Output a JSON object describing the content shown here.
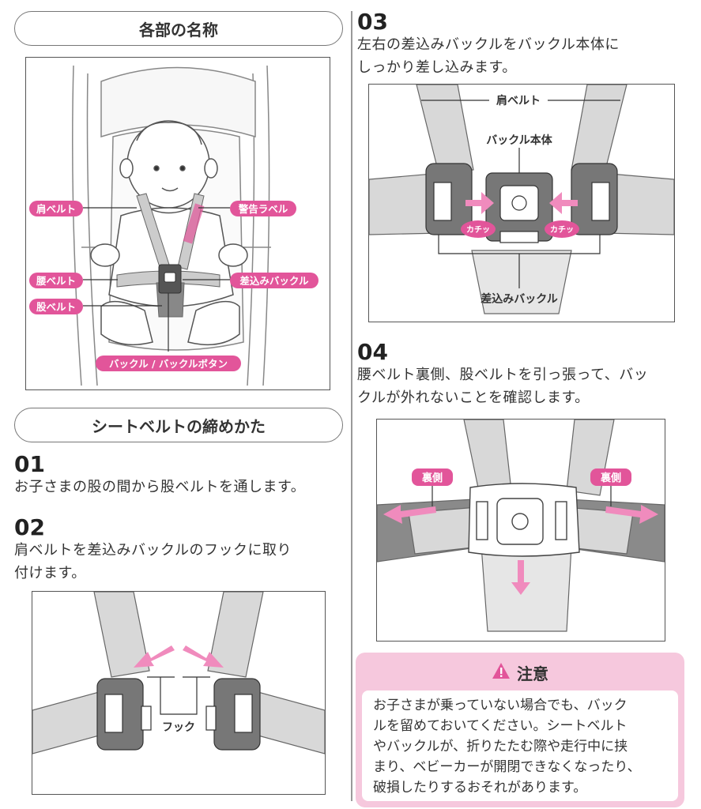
{
  "sections": {
    "parts_title": "各部の名称",
    "howto_title": "シートベルトの締めかた"
  },
  "parts_labels": {
    "shoulder_belt": "肩ベルト",
    "waist_belt": "腰ベルト",
    "crotch_belt": "股ベルト",
    "warning_label": "警告ラベル",
    "insert_buckle": "差込みバックル",
    "buckle_button": "バックル / バックルボタン"
  },
  "steps": [
    {
      "num": "01",
      "text": "お子さまの股の間から股ベルトを通します。"
    },
    {
      "num": "02",
      "text_line1": "肩ベルトを差込みバックルのフックに取り",
      "text_line2": "付けます。"
    },
    {
      "num": "03",
      "text_line1": "左右の差込みバックルをバックル本体に",
      "text_line2": "しっかり差し込みます。"
    },
    {
      "num": "04",
      "text_line1": "腰ベルト裏側、股ベルトを引っ張って、バッ",
      "text_line2": "クルが外れないことを確認します。"
    }
  ],
  "fig02": {
    "hook": "フック"
  },
  "fig03": {
    "shoulder_belt": "肩ベルト",
    "buckle_body": "バックル本体",
    "click_left": "カチッ",
    "click_right": "カチッ",
    "insert_buckle": "差込みバックル"
  },
  "fig04": {
    "back_left": "裏側",
    "back_right": "裏側"
  },
  "caution": {
    "title": "注意",
    "line1": "お子さまが乗っていない場合でも、バック",
    "line2": "ルを留めておいてください。シートベルト",
    "line3": "やバックルが、折りたたむ際や走行中に挟",
    "line4": "まり、ベビーカーが開閉できなくなったり、",
    "line5": "破損したりするおそれがあります。"
  },
  "colors": {
    "accent_pink": "#e2559a",
    "caution_bg": "#f6c8dd",
    "belt_gray": "#d8d8d8",
    "buckle_dark": "#777777"
  }
}
